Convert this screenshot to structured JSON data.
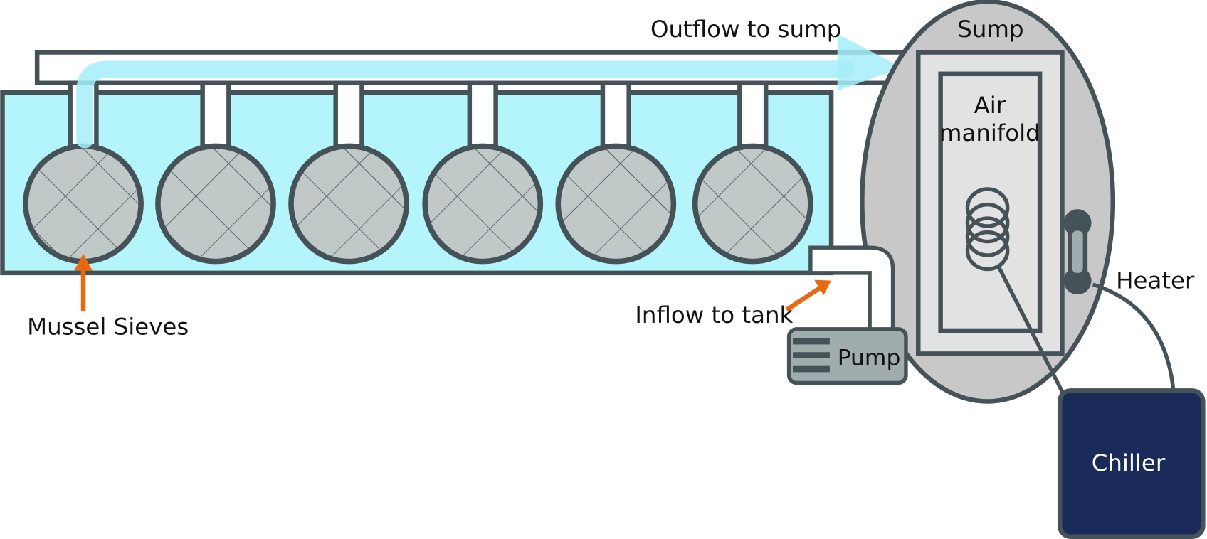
{
  "labels": {
    "outflow": "Outflow to sump",
    "sump": "Sump",
    "air_manifold_1": "Air",
    "air_manifold_2": "manifold",
    "heater": "Heater",
    "pump": "Pump",
    "inflow": "Inflow to tank",
    "mussel_sieves": "Mussel Sieves",
    "chiller": "Chiller"
  },
  "colors": {
    "outline": "#455257",
    "water": "#b3f5fb",
    "flow_arrow": "#a4eef8",
    "sieve": "#c1c9c8",
    "sump": "#c8c8c8",
    "manifold": "#e2e2e2",
    "pump": "#a0adac",
    "chiller": "#1a2b5a",
    "pointer_arrow": "#e8690f"
  },
  "sieve_count": 6
}
